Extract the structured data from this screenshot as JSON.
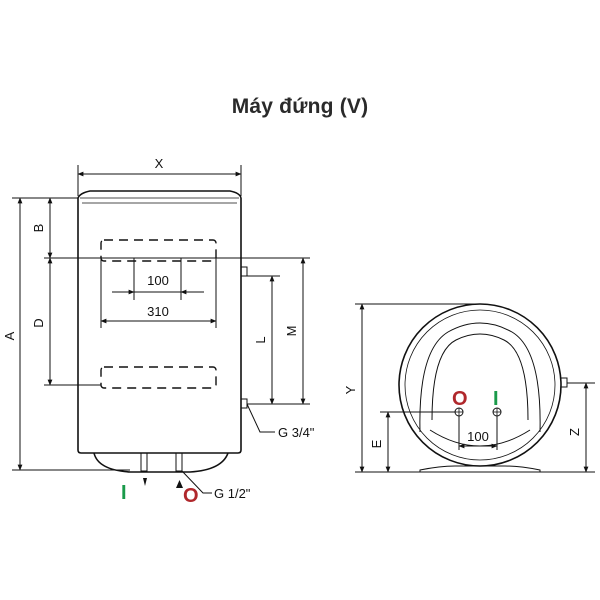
{
  "title": "Máy đứng (V)",
  "labels": {
    "x": "X",
    "a": "A",
    "b": "B",
    "d": "D",
    "l": "L",
    "m": "M",
    "y": "Y",
    "e": "E",
    "z": "Z",
    "dim_100_front": "100",
    "dim_310": "310",
    "dim_100_side": "100",
    "pipe_outlet": "G 3/4\"",
    "pipe_bottom": "G 1/2\"",
    "inlet_mark": "I",
    "outlet_mark": "O"
  },
  "colors": {
    "inlet": "#1a9a4a",
    "outlet": "#b0282c"
  }
}
